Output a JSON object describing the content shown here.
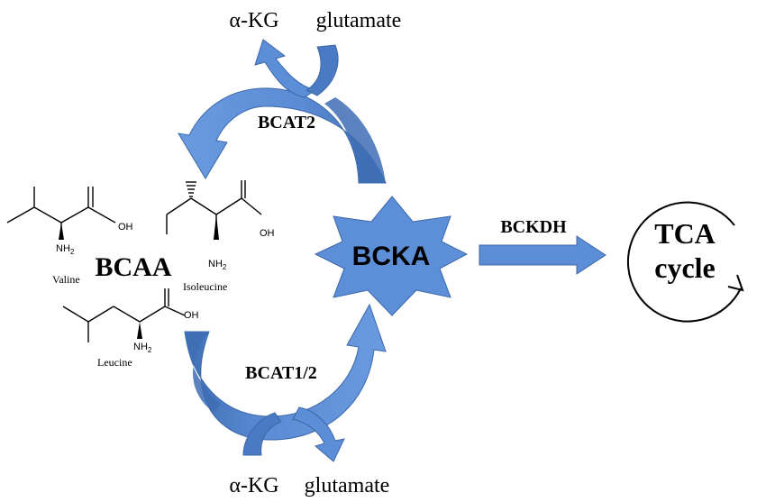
{
  "molecules": {
    "group_label": "BCAA",
    "valine": {
      "name": "Valine",
      "oh": "OH",
      "nh2": "NH",
      "nh2_sub": "2"
    },
    "isoleucine": {
      "name": "Isoleucine",
      "oh": "OH",
      "nh2": "NH",
      "nh2_sub": "2"
    },
    "leucine": {
      "name": "Leucine",
      "oh": "OH",
      "nh2": "NH",
      "nh2_sub": "2"
    }
  },
  "top_cycle": {
    "enzyme": "BCAT2",
    "left_label": "α-KG",
    "right_label": "glutamate"
  },
  "bottom_cycle": {
    "enzyme": "BCAT1/2",
    "left_label": "α-KG",
    "right_label": "glutamate"
  },
  "center": {
    "label": "BCKA"
  },
  "arrow_right": {
    "enzyme": "BCKDH"
  },
  "tca": {
    "line1": "TCA",
    "line2": "cycle"
  },
  "colors": {
    "arrow_fill": "#5b8ed6",
    "arrow_dark": "#3b6db3",
    "arrow_stroke": "#3c68a8",
    "star_fill": "#5d8fd8",
    "text": "#000000"
  }
}
